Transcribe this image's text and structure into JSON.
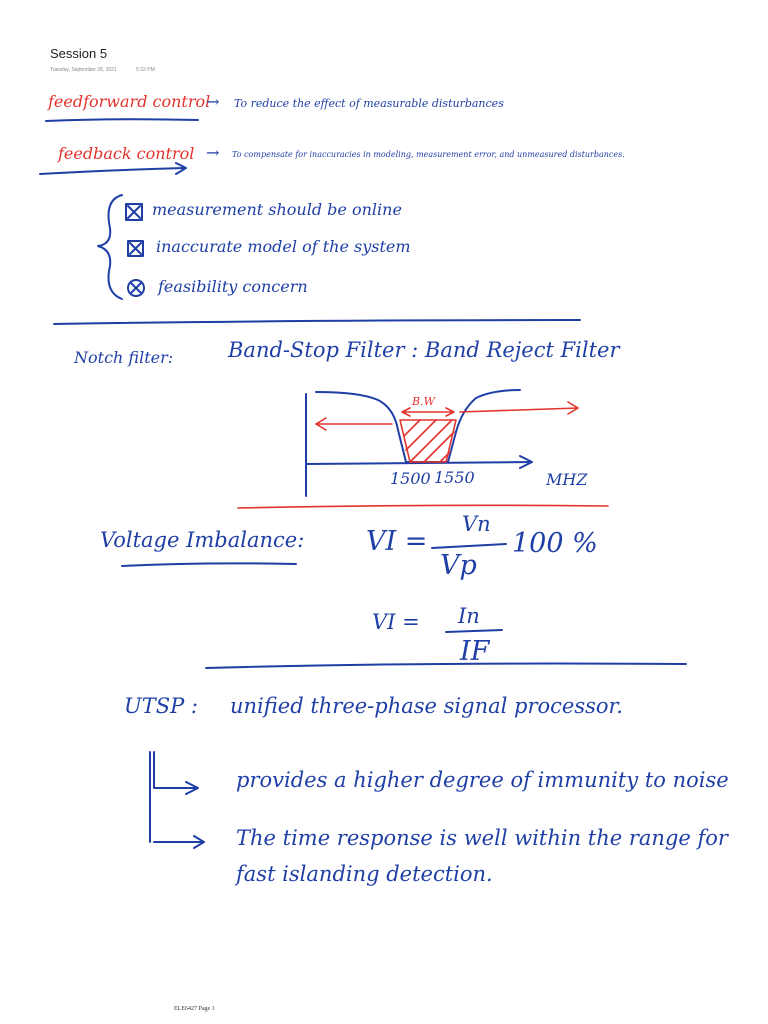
{
  "header": {
    "title": "Session 5",
    "date": "Tuesday, September 28, 2021",
    "time": "5:32 PM"
  },
  "notes": {
    "feedforward": {
      "term": "feedforward control",
      "arrow": "→",
      "definition": "To reduce the effect of measurable disturbances"
    },
    "feedback": {
      "term": "feedback control",
      "arrow": "→",
      "definition": "To compensate for inaccuracies in modeling, measurement error, and unmeasured disturbances."
    },
    "drawbacks": [
      "measurement should be online",
      "inaccurate model of the system",
      "feasibility concern"
    ],
    "notch": {
      "title": "Notch filter:",
      "subtitle": "Band-Stop Filter : Band Reject Filter",
      "diagram": {
        "bandwidth_label": "B.W",
        "tick_low": "1500",
        "tick_high": "1550",
        "unit": "MHZ"
      }
    },
    "voltage_imbalance": {
      "label": "Voltage Imbalance:",
      "eq1_lhs": "VI =",
      "eq1_num": "Vn",
      "eq1_den": "Vp",
      "eq1_factor": "100 %",
      "eq2_lhs": "VI =",
      "eq2_num": "In",
      "eq2_den": "IF"
    },
    "utsp": {
      "abbr": "UTSP :",
      "expansion": "unified three-phase signal processor.",
      "points": [
        "provides a higher degree of immunity to noise",
        "The time response is well within the range for"
      ],
      "point_continuation": "fast islanding detection."
    }
  },
  "footer": {
    "page_label": "ELE6427 Page 1"
  },
  "colors": {
    "ink_blue": "#1f3fa6",
    "ink_red": "#e2332c",
    "text": "#222222"
  }
}
